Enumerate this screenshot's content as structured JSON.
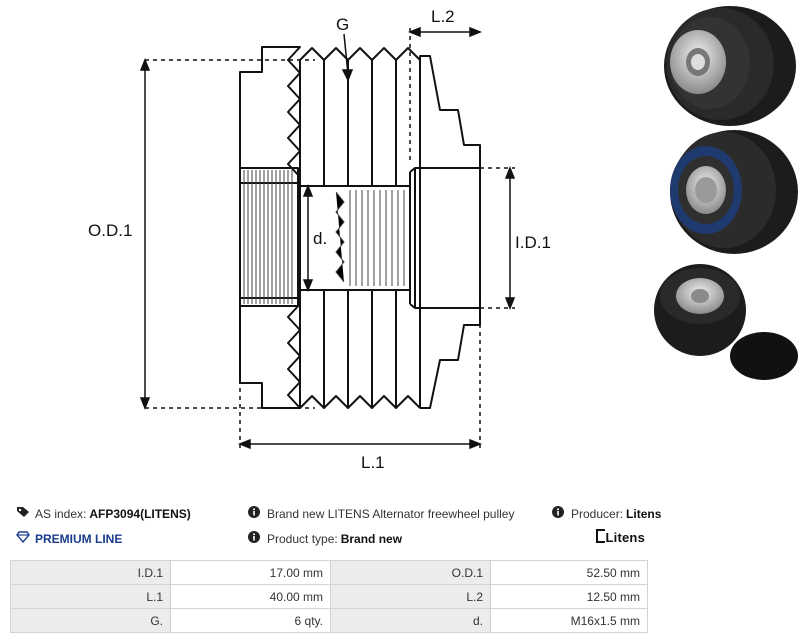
{
  "diagram": {
    "labels": {
      "groove": "G",
      "length2": "L.2",
      "outer_diameter": "O.D.1",
      "inner_diameter": "I.D.1",
      "thread_diameter": "d.",
      "length1": "L.1"
    }
  },
  "info": {
    "as_index_label": "AS index:",
    "as_index_value": "AFP3094(LITENS)",
    "description": "Brand new LITENS Alternator freewheel pulley",
    "producer_label": "Producer:",
    "producer_value": "Litens",
    "premium_line": "PREMIUM LINE",
    "product_type_label": "Product type:",
    "product_type_value": "Brand new",
    "brand_logo_text": "Litens"
  },
  "specs": {
    "rows": [
      [
        {
          "label": "I.D.1",
          "value": "17.00 mm"
        },
        {
          "label": "O.D.1",
          "value": "52.50 mm"
        }
      ],
      [
        {
          "label": "L.1",
          "value": "40.00 mm"
        },
        {
          "label": "L.2",
          "value": "12.50 mm"
        }
      ],
      [
        {
          "label": "G.",
          "value": "6 qty."
        },
        {
          "label": "d.",
          "value": "M16x1.5 mm"
        }
      ]
    ]
  },
  "colors": {
    "premium": "#1a3d8f",
    "table_label_bg": "#ececec",
    "table_border": "#d4d4d4"
  },
  "icons": [
    "tags-icon",
    "info-icon",
    "diamond-icon"
  ]
}
